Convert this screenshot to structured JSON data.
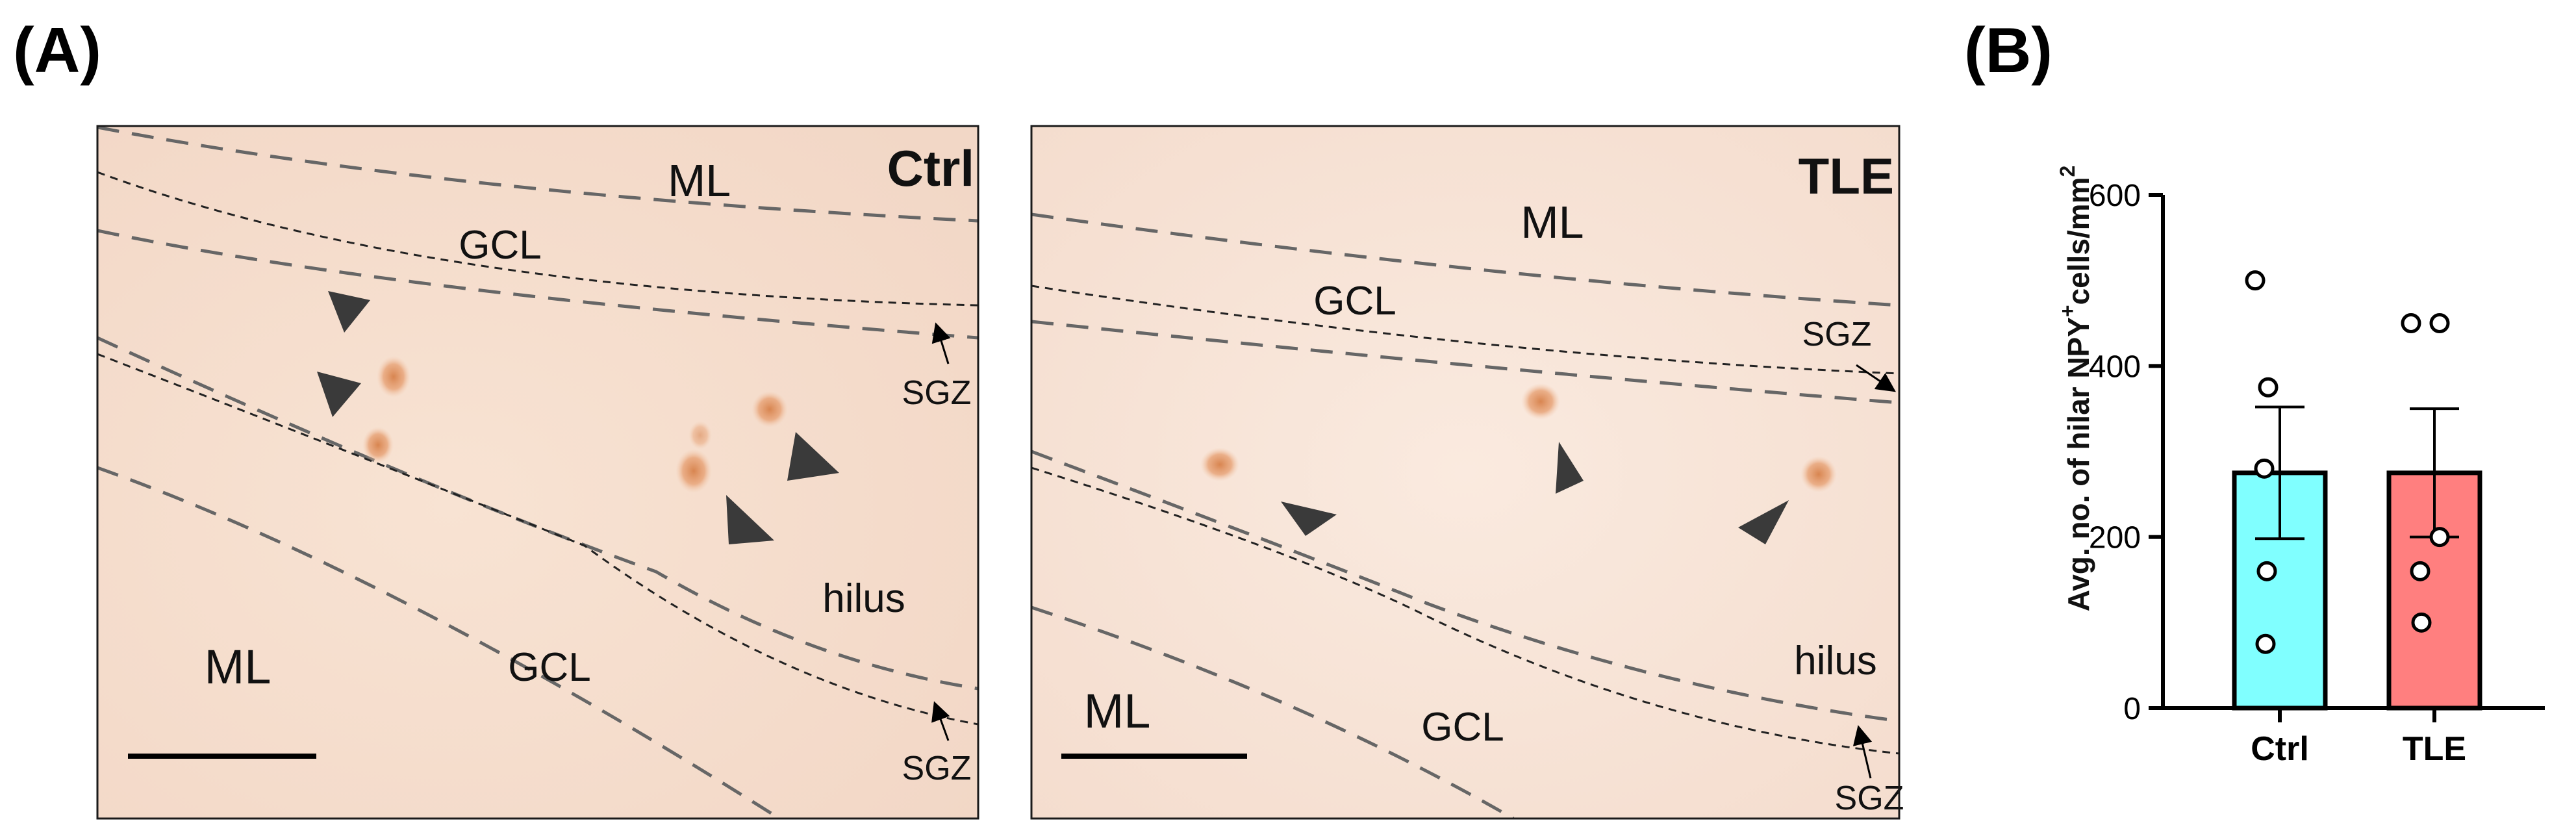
{
  "panel_a": {
    "letter": "(A)",
    "ctrl": {
      "condition": "Ctrl",
      "region_top": "ML",
      "region_bottom": "ML",
      "gcl_top": "GCL",
      "gcl_bottom": "GCL",
      "hilus": "hilus",
      "sgz_top": "SGZ",
      "sgz_bottom": "SGZ"
    },
    "tle": {
      "condition": "TLE",
      "region_top": "ML",
      "region_bottom": "ML",
      "gcl_top": "GCL",
      "gcl_bottom": "GCL",
      "hilus": "hilus",
      "sgz_top": "SGZ",
      "sgz_bottom": "SGZ"
    }
  },
  "panel_b": {
    "letter": "(B)",
    "chart_data": {
      "type": "bar",
      "categories": [
        "Ctrl",
        "TLE"
      ],
      "values": [
        275,
        275
      ],
      "sem": [
        77,
        75
      ],
      "points": [
        [
          500,
          375,
          280,
          160,
          75
        ],
        [
          450,
          450,
          200,
          160,
          100
        ]
      ],
      "colors": [
        "#80ffff",
        "#ff7f7f"
      ],
      "ylabel": "Avg. no. of hilar NPY+cells/mm2",
      "ylabel_parts": [
        "Avg. no. of hilar NPY",
        "+",
        "cells/mm",
        "2"
      ],
      "yticks": [
        0,
        200,
        400,
        600
      ],
      "ylim": [
        0,
        600
      ]
    }
  },
  "colors": {
    "tissue_ctrl": "#f6ddcd",
    "tissue_tle": "#f8e4d6",
    "cell_stain": "#e09a6a"
  }
}
